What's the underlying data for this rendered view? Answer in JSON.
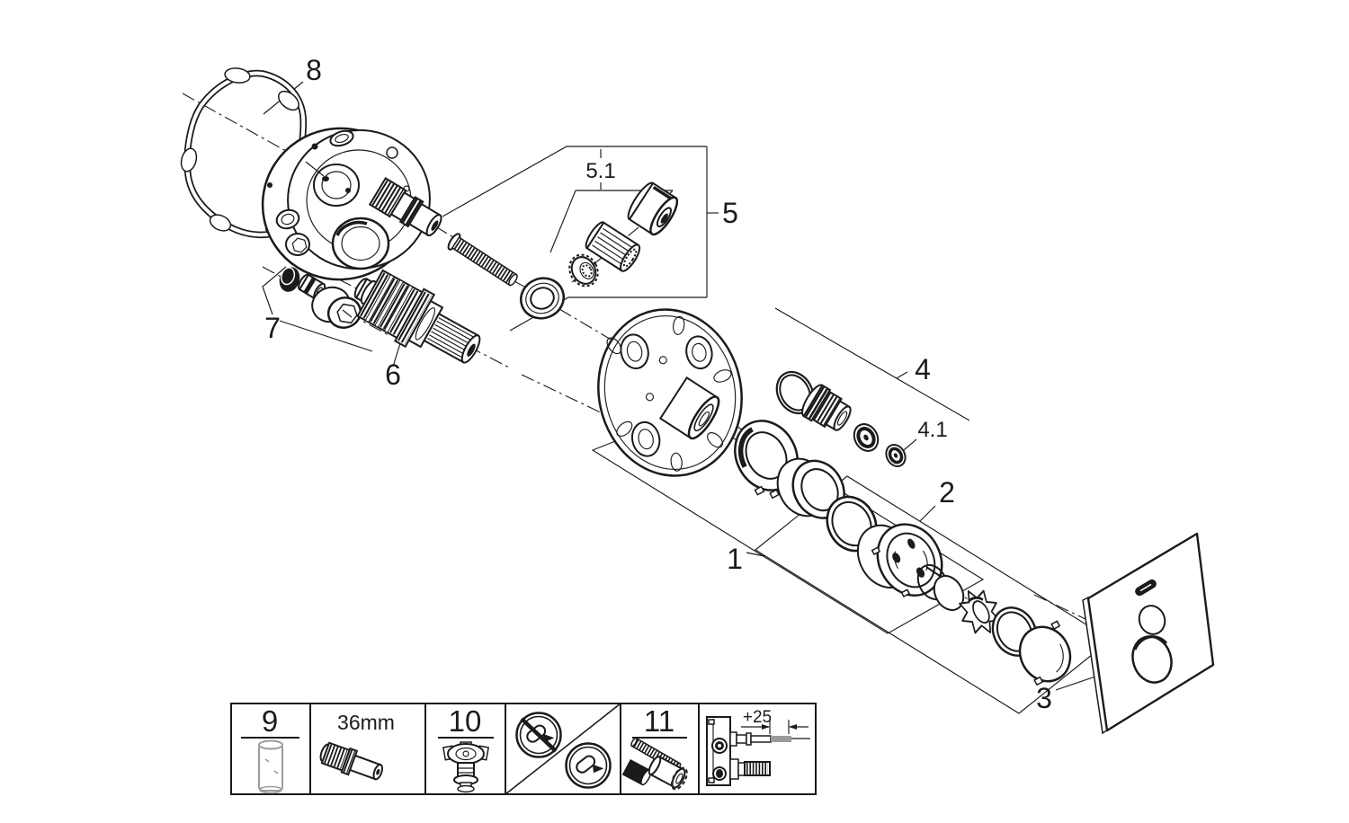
{
  "page": {
    "background": "#ffffff",
    "line_color": "#1b1b1b",
    "grey": "#9b9b9b"
  },
  "callouts": {
    "part_1": "1",
    "part_2": "2",
    "part_3": "3",
    "part_4": "4",
    "part_4_1": "4.1",
    "part_5": "5",
    "part_5_1": "5.1",
    "part_6": "6",
    "part_7": "7",
    "part_8": "8"
  },
  "legend": {
    "cell_spacer": {
      "number": "9"
    },
    "cell_cartridge": {
      "label": "36mm"
    },
    "cell_tool": {
      "number": "10"
    },
    "cell_extension": {
      "number": "11"
    },
    "cell_offset": {
      "dimension": "+25"
    }
  }
}
